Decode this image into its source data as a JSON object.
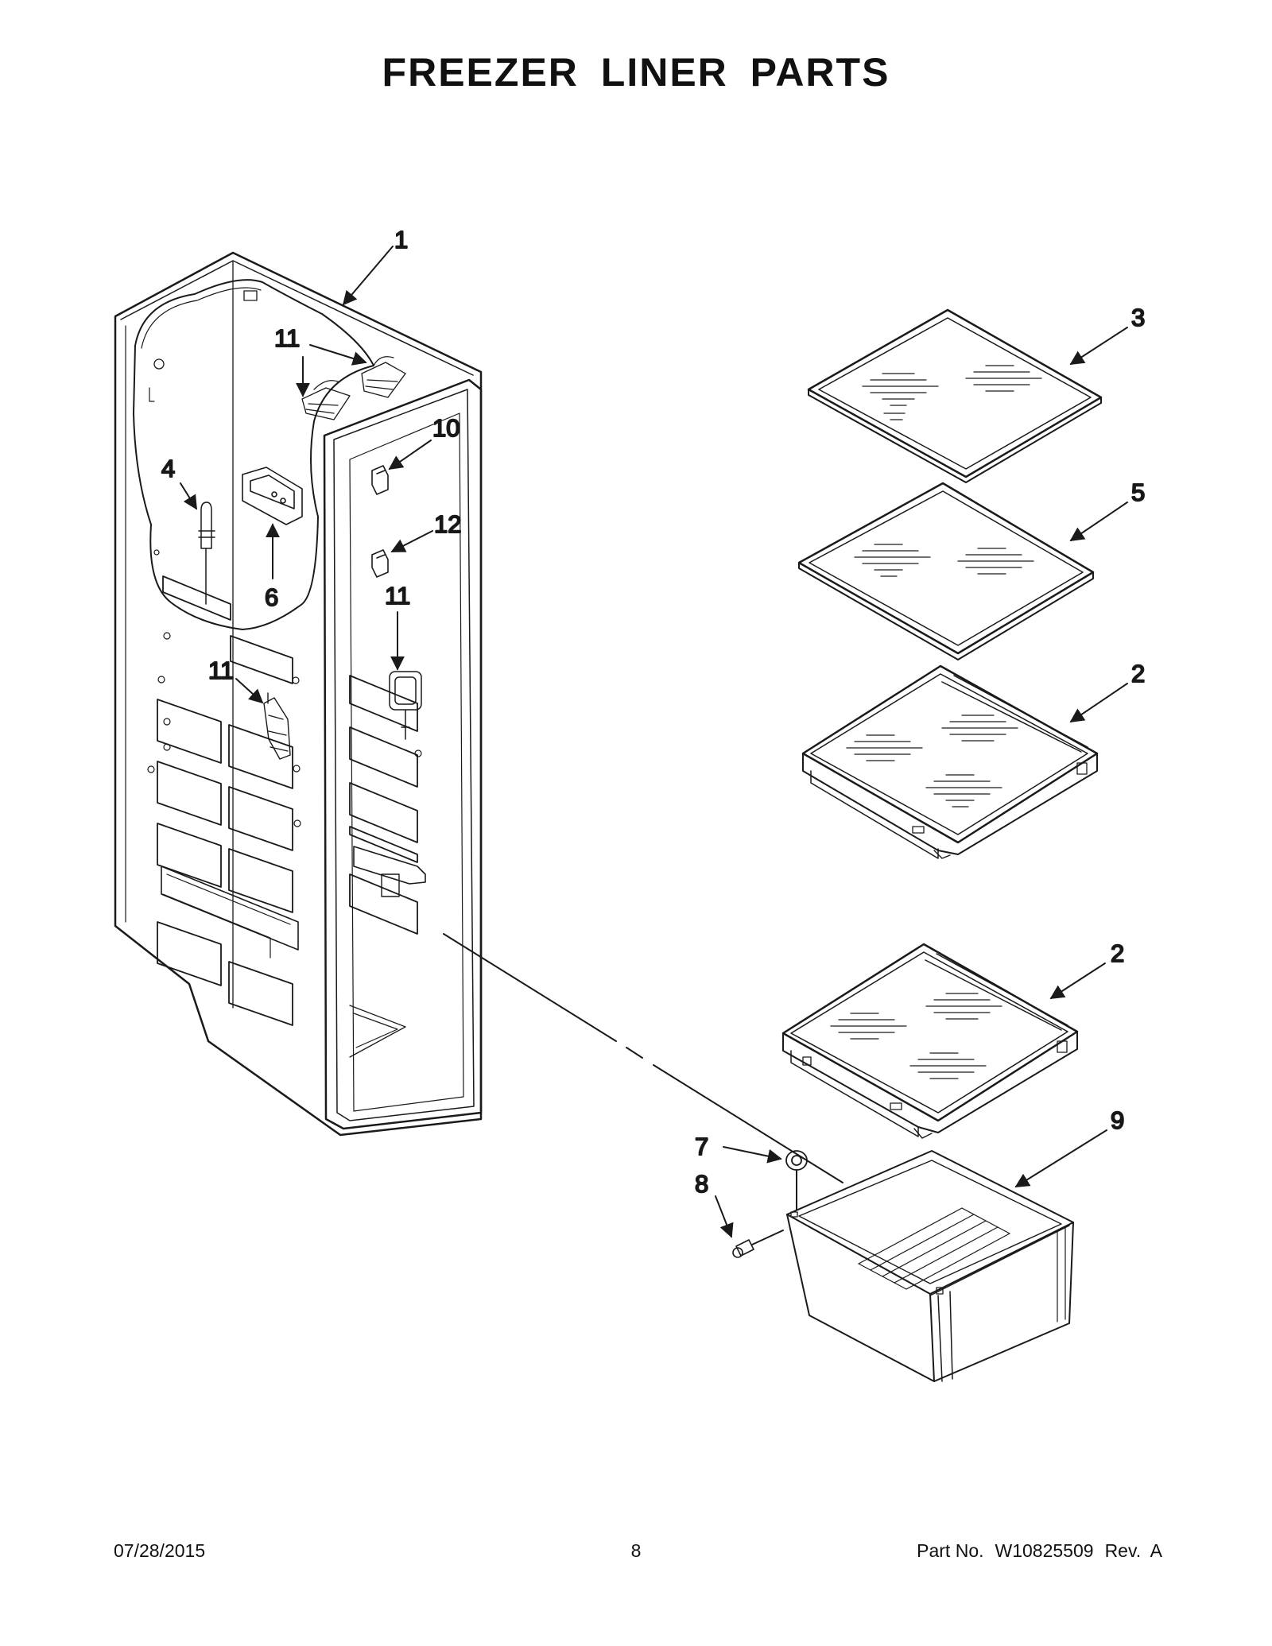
{
  "title": "FREEZER LINER PARTS",
  "callouts": {
    "c1": "1",
    "c11a": "11",
    "c4": "4",
    "c6": "6",
    "c10": "10",
    "c12": "12",
    "c11b": "11",
    "c11c": "11",
    "c3": "3",
    "c5": "5",
    "c2a": "2",
    "c2b": "2",
    "c9": "9",
    "c7": "7",
    "c8": "8"
  },
  "footer": {
    "date": "07/28/2015",
    "page": "8",
    "part_label": "Part No.",
    "part_number": "W10825509",
    "revision": "Rev.  A"
  }
}
